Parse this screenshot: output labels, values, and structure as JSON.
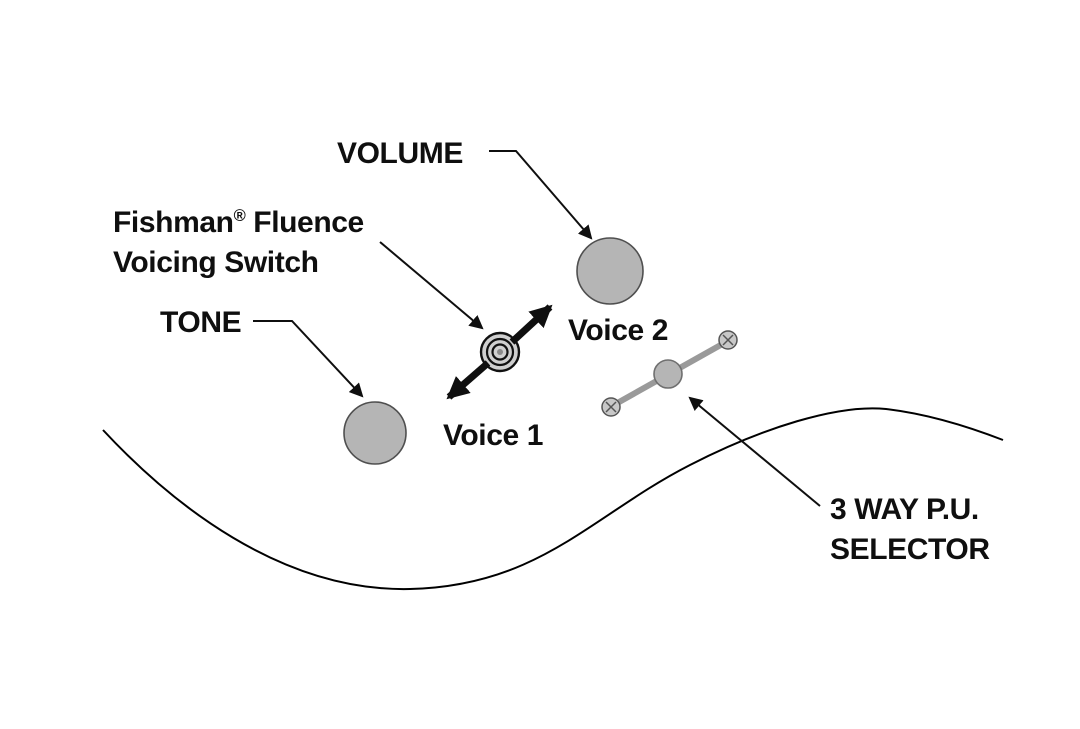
{
  "labels": {
    "volume": "VOLUME",
    "fishman_name": "Fishman",
    "fishman_reg": "®",
    "fishman_rest": " Fluence",
    "voicing_switch": "Voicing Switch",
    "tone": "TONE",
    "voice1": "Voice 1",
    "voice2": "Voice 2",
    "selector_line1": "3 WAY P.U.",
    "selector_line2": "SELECTOR"
  },
  "colors": {
    "background": "#ffffff",
    "text": "#0f0f0f",
    "outline": "#000000",
    "knob_fill": "#b5b5b5",
    "knob_stroke": "#4f4f4f",
    "lever_fill": "#9a9a9a",
    "screw_fill": "#c8c8c8",
    "switch_ring_fill": "#cfcfcf"
  }
}
